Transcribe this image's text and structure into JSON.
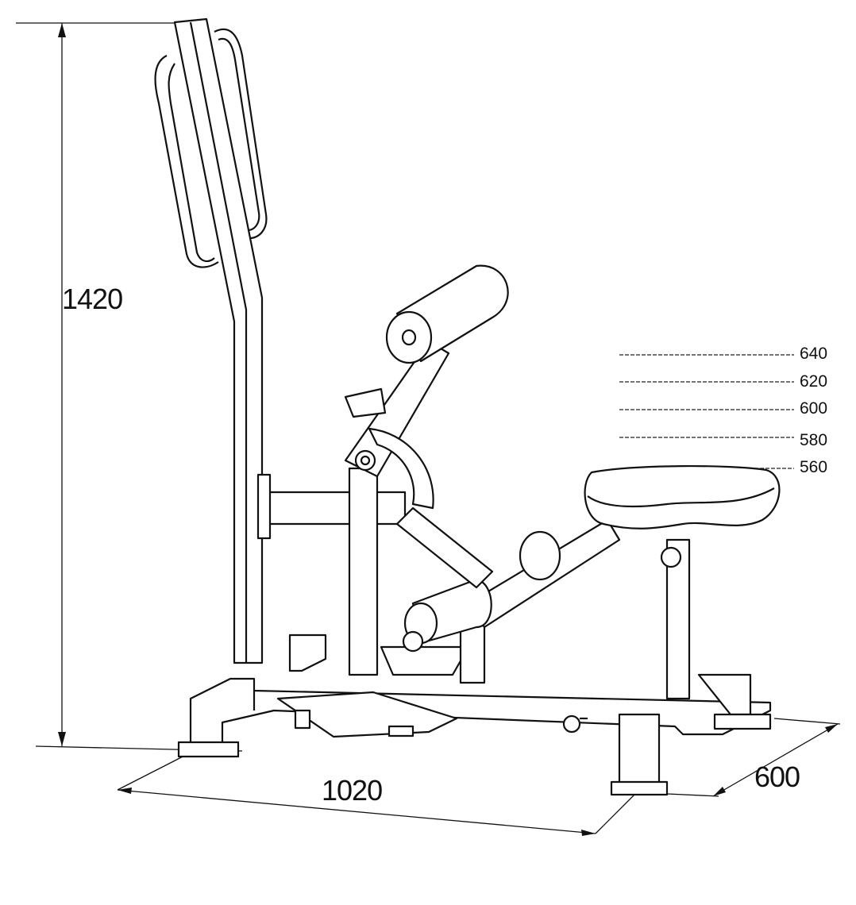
{
  "dimensions": {
    "height": "1420",
    "width": "1020",
    "depth": "600"
  },
  "seat_height_levels": [
    "640",
    "620",
    "600",
    "580",
    "560"
  ]
}
